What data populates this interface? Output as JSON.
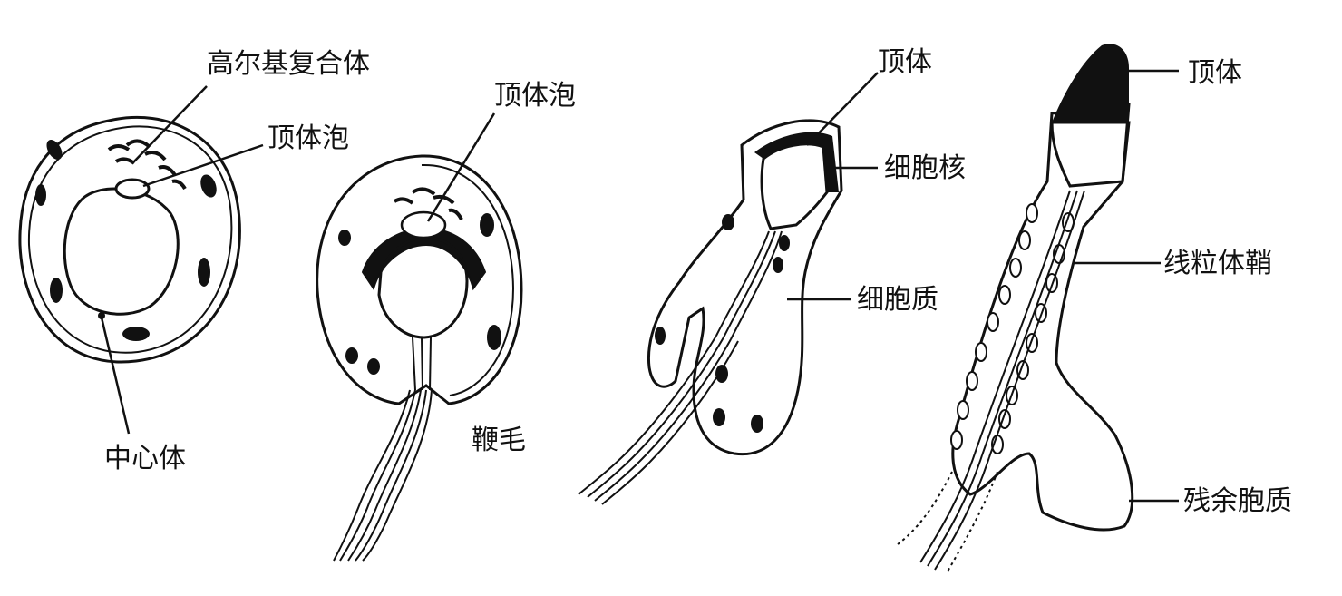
{
  "labels": {
    "stage1_golgi": "高尔基复合体",
    "stage1_acrosomal_vesicle": "顶体泡",
    "stage1_centriole": "中心体",
    "stage2_acrosomal_vesicle": "顶体泡",
    "stage2_flagellum": "鞭毛",
    "stage3_acrosome": "顶体",
    "stage3_nucleus": "细胞核",
    "stage3_cytoplasm": "细胞质",
    "stage4_acrosome": "顶体",
    "stage4_mitochondrial_sheath": "线粒体鞘",
    "stage4_residual_cytoplasm": "残余胞质"
  },
  "colors": {
    "ink": "#111111",
    "paper": "#ffffff"
  }
}
